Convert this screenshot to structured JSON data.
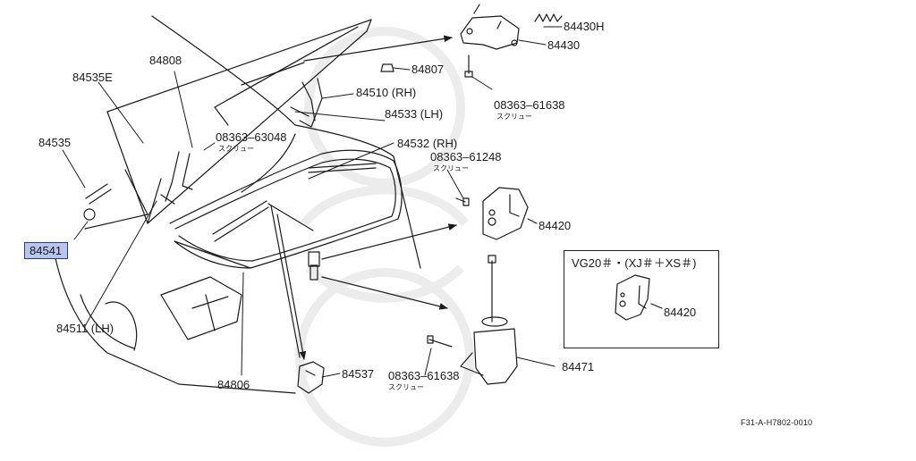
{
  "diagram": {
    "parts": {
      "p84430H": "84430H",
      "p84430": "84430",
      "p84807": "84807",
      "p08363_61638_top": "08363–61638",
      "screw_top": "スクリュー",
      "p84808": "84808",
      "p84535E": "84535E",
      "p84510": "84510 (RH)",
      "p84533": "84533 (LH)",
      "p08363_63048": "08363–63048",
      "screw_63048": "スクリュー",
      "p84535": "84535",
      "p84532": "84532 (RH)",
      "p08363_61248": "08363–61248",
      "screw_61248": "スクリュー",
      "p84420": "84420",
      "p84541": "84541",
      "p84511": "84511 (LH)",
      "p84806": "84806",
      "p84537": "84537",
      "p08363_61638_bottom": "08363–61638",
      "screw_bottom": "スクリュー",
      "p84471": "84471"
    },
    "callout": {
      "title": "VG20＃・(XJ＃＋XS＃)",
      "part": "84420"
    },
    "figure_code": "F31-A-H7802-0010",
    "highlight_color": "#b9c4ef"
  }
}
